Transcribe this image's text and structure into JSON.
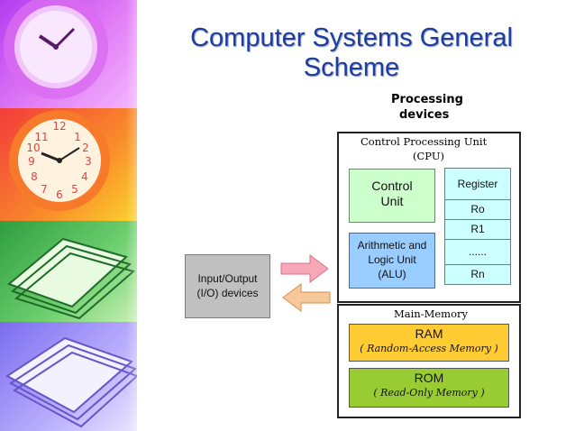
{
  "slide": {
    "title_line1": "Computer Systems General",
    "title_line2": "Scheme",
    "accent_color": "#1d3e9c"
  },
  "diagram": {
    "processing_devices_line1": "Processing",
    "processing_devices_line2": "devices",
    "cpu_box": {
      "label_line1": "Control Processing Unit",
      "label_line2": "(CPU)"
    },
    "control_unit": {
      "line1": "Control",
      "line2": "Unit",
      "color": "#ccffcc"
    },
    "alu": {
      "line1": "Arithmetic and",
      "line2": "Logic Unit",
      "line3": "(ALU)",
      "color": "#99ccff"
    },
    "registers": {
      "header": "Register",
      "items": [
        "Ro",
        "R1",
        "......",
        "Rn"
      ],
      "color": "#ccffff"
    },
    "main_memory": {
      "label": "Main-Memory",
      "ram": {
        "name": "RAM",
        "open": "(",
        "full": "Random-Access Memory",
        "close": ")",
        "color": "#ffcc33"
      },
      "rom": {
        "name": "ROM",
        "open": "(",
        "full": "Read-Only Memory",
        "close": ")",
        "color": "#99cc33"
      }
    },
    "io_devices": {
      "line1": "Input/Output",
      "line2": "(I/O) devices",
      "color": "#c0c0c0"
    },
    "arrows": [
      {
        "direction": "right",
        "color": "#f7a8b8"
      },
      {
        "direction": "left",
        "color": "#f6c89a"
      }
    ]
  },
  "decor": {
    "left_strip": [
      "purple-clock-photo",
      "orange-clock-photo",
      "green-papers-photo",
      "violet-papers-photo"
    ]
  }
}
